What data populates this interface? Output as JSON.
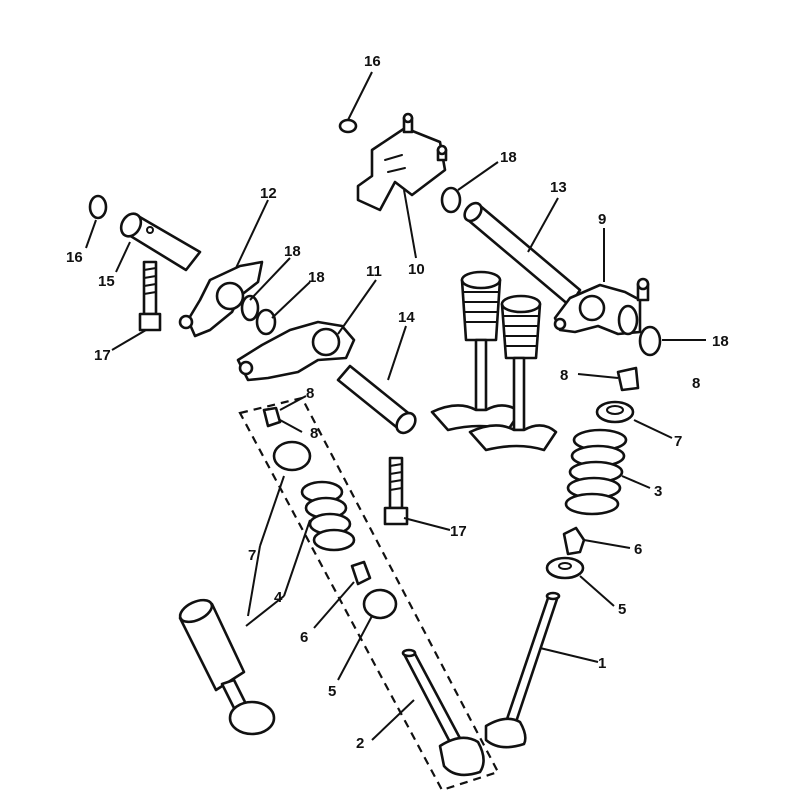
{
  "callouts": [
    {
      "id": "label-16-top",
      "text": "16"
    },
    {
      "id": "label-18-top",
      "text": "18"
    },
    {
      "id": "label-13",
      "text": "13"
    },
    {
      "id": "label-12",
      "text": "12"
    },
    {
      "id": "label-9",
      "text": "9"
    },
    {
      "id": "label-16-left",
      "text": "16"
    },
    {
      "id": "label-10",
      "text": "10"
    },
    {
      "id": "label-18-mid-a",
      "text": "18"
    },
    {
      "id": "label-18-mid-b",
      "text": "18"
    },
    {
      "id": "label-15",
      "text": "15"
    },
    {
      "id": "label-11",
      "text": "11"
    },
    {
      "id": "label-14",
      "text": "14"
    },
    {
      "id": "label-18-right",
      "text": "18"
    },
    {
      "id": "label-17-left",
      "text": "17"
    },
    {
      "id": "label-8-right-a",
      "text": "8"
    },
    {
      "id": "label-8-right-b",
      "text": "8"
    },
    {
      "id": "label-8-left-a",
      "text": "8"
    },
    {
      "id": "label-8-left-b",
      "text": "8"
    },
    {
      "id": "label-7-right",
      "text": "7"
    },
    {
      "id": "label-3",
      "text": "3"
    },
    {
      "id": "label-17-mid",
      "text": "17"
    },
    {
      "id": "label-6-right",
      "text": "6"
    },
    {
      "id": "label-7-left",
      "text": "7"
    },
    {
      "id": "label-4",
      "text": "4"
    },
    {
      "id": "label-5-right",
      "text": "5"
    },
    {
      "id": "label-6-left",
      "text": "6"
    },
    {
      "id": "label-1",
      "text": "1"
    },
    {
      "id": "label-5-left",
      "text": "5"
    },
    {
      "id": "label-2",
      "text": "2"
    }
  ]
}
